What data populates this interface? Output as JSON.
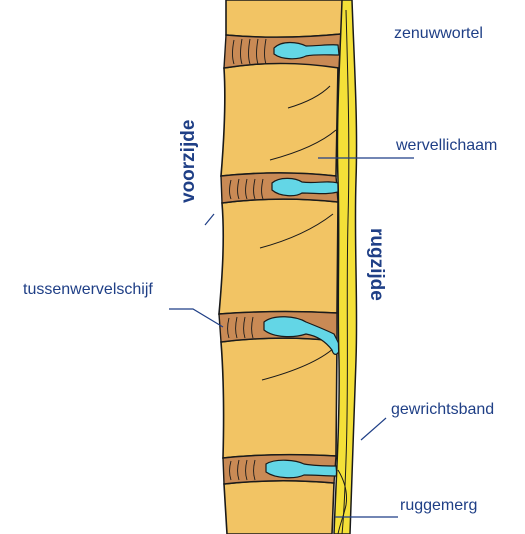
{
  "labels": {
    "nerve_root": "zenuwwortel",
    "vertebral_body": "wervellichaam",
    "disc": "tussenwervelschijf",
    "ligament": "gewrichtsband",
    "spinal_cord": "ruggemerg",
    "front_side": "voorzijde",
    "back_side": "rugzijde"
  },
  "colors": {
    "bone": "#f2c464",
    "disc": "#c98a55",
    "nucleus": "#63d6e6",
    "ligament": "#f4e038",
    "label": "#1f3f86",
    "line": "#1f3f86"
  }
}
